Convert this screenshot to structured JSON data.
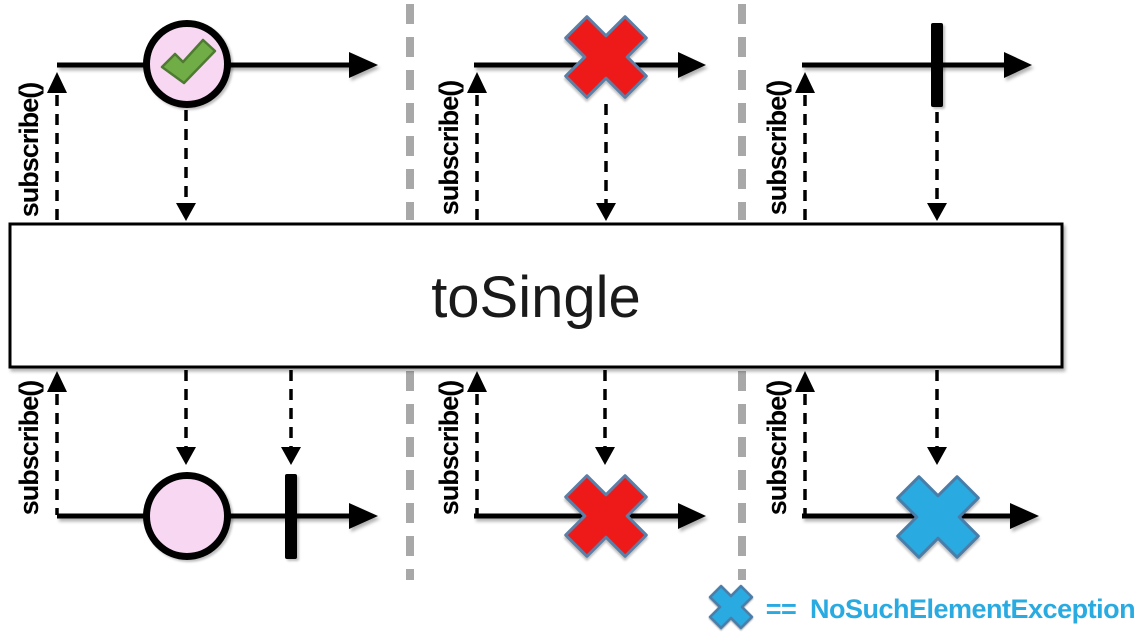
{
  "diagram": {
    "operator_label": "toSingle",
    "subscribe_label": "subscribe()",
    "legend": {
      "symbol": "blue-x-error-marker",
      "equals_sign": "==",
      "exception_name": "NoSuchElementException"
    },
    "panels": [
      {
        "position": "left",
        "source_markers": [
          "checked-value-marble"
        ],
        "result_markers": [
          "value-marble",
          "complete-bar"
        ]
      },
      {
        "position": "middle",
        "source_markers": [
          "error-x"
        ],
        "result_markers": [
          "error-x"
        ]
      },
      {
        "position": "right",
        "source_markers": [
          "complete-bar"
        ],
        "result_markers": [
          "no-such-element-error-x"
        ]
      }
    ]
  },
  "colors": {
    "accent_blue": "#29ABE2",
    "error_red": "#EE1A1A",
    "x_border": "#5B7FA6",
    "blue_x_border": "#4A7DA8",
    "marble_pink": "#F8D7F3",
    "check_green": "#70AD47",
    "check_border": "#4E7A31",
    "divider_gray": "#A8A8A8",
    "ink": "#000000"
  }
}
